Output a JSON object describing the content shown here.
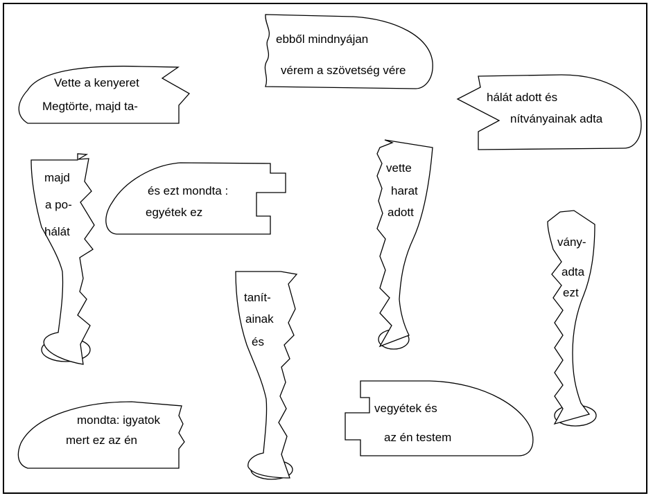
{
  "pieces": {
    "bread_1": {
      "line1": "Vette a kenyeret",
      "line2": "Megtörte, majd ta-"
    },
    "bread_2": {
      "line1": "ebből mindnyájan",
      "line2": "vérem a szövetség vére"
    },
    "bread_3": {
      "line1": "hálát adott és",
      "line2": "nítványainak adta"
    },
    "bread_4": {
      "line1": "és ezt mondta :",
      "line2": "egyétek ez"
    },
    "bread_5": {
      "line1": "mondta: igyatok",
      "line2": "mert ez az én"
    },
    "bread_6": {
      "line1": "vegyétek és",
      "line2": "az én testem"
    },
    "cup_1": {
      "line1": "majd",
      "line2": "a po-",
      "line3": "hálát"
    },
    "cup_2": {
      "line1": "vette",
      "line2": "harat",
      "line3": "adott"
    },
    "cup_3": {
      "line1": "tanít-",
      "line2": "ainak",
      "line3": "és"
    },
    "cup_4": {
      "line1": "vány-",
      "line2": "adta",
      "line3": "ezt"
    }
  }
}
